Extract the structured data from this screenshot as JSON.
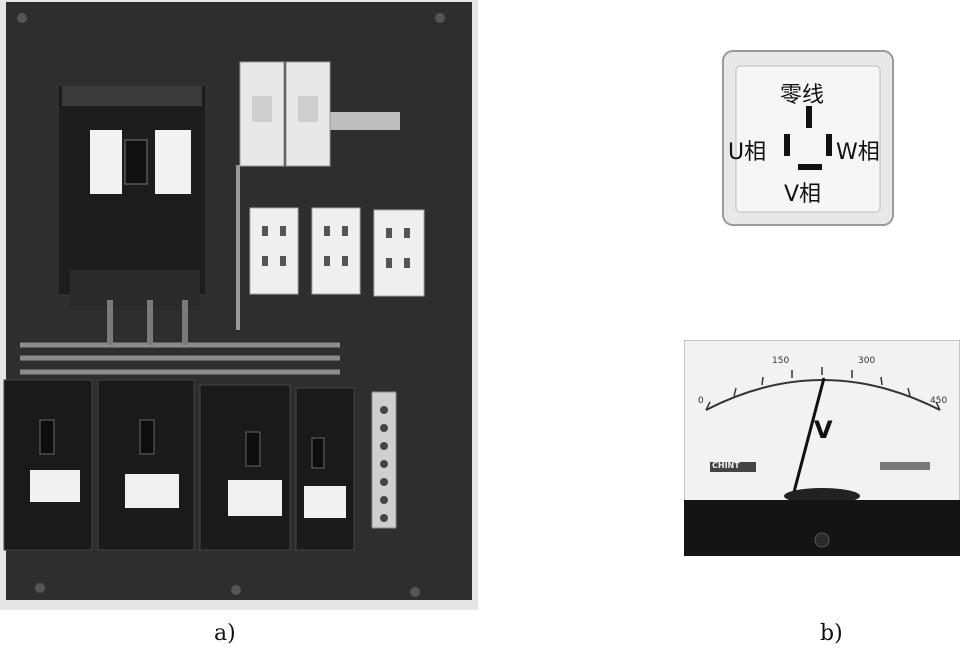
{
  "figure": {
    "caption_a": "a)",
    "caption_b": "b)"
  },
  "socket": {
    "top_label": "零线",
    "left_label": "U相",
    "right_label": "W相",
    "bottom_label": "V相"
  },
  "meter": {
    "unit_letter": "V",
    "scale_labels": [
      "0",
      "150",
      "300",
      "450"
    ],
    "brand": "CHINT"
  },
  "colors": {
    "panel_dark": "#2b2b2b",
    "panel_frame": "#d6d6d6",
    "breaker_black": "#1c1c1c",
    "device_white": "#eaeaea"
  }
}
